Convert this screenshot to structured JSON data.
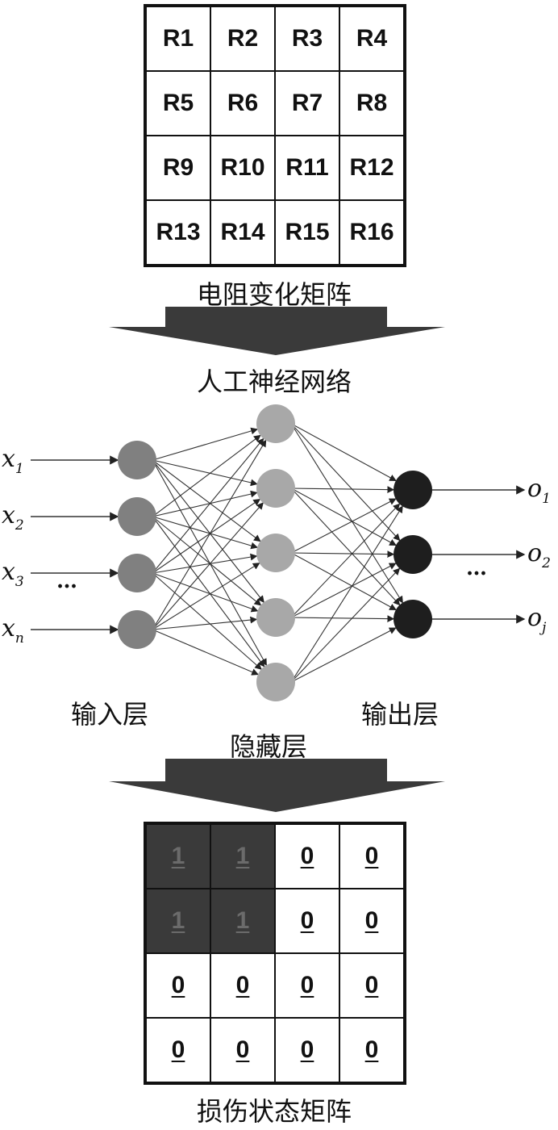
{
  "resistance_matrix": {
    "cells": [
      "R1",
      "R2",
      "R3",
      "R4",
      "R5",
      "R6",
      "R7",
      "R8",
      "R9",
      "R10",
      "R11",
      "R12",
      "R13",
      "R14",
      "R15",
      "R16"
    ],
    "caption": "电阻变化矩阵"
  },
  "network": {
    "title": "人工神经网络",
    "inputs": [
      "x",
      "x",
      "x",
      "x"
    ],
    "input_subscripts": [
      "1",
      "2",
      "3",
      "n"
    ],
    "input_ellipsis": "…",
    "outputs": [
      "o",
      "o",
      "o"
    ],
    "output_subscripts": [
      "1",
      "2",
      "j"
    ],
    "output_ellipsis": "…",
    "input_layer_label": "输入层",
    "hidden_layer_label": "隐藏层",
    "output_layer_label": "输出层",
    "input_node_color": "#808080",
    "hidden_node_color": "#a8a8a8",
    "output_node_color": "#1e1e1e"
  },
  "damage_matrix": {
    "cells": [
      "1",
      "1",
      "0",
      "0",
      "1",
      "1",
      "0",
      "0",
      "0",
      "0",
      "0",
      "0",
      "0",
      "0",
      "0",
      "0"
    ],
    "damaged": [
      true,
      true,
      false,
      false,
      true,
      true,
      false,
      false,
      false,
      false,
      false,
      false,
      false,
      false,
      false,
      false
    ],
    "caption": "损伤状态矩阵"
  },
  "colors": {
    "arrow": "#3a3a3a",
    "damaged_cell": "#3a3a3a"
  }
}
